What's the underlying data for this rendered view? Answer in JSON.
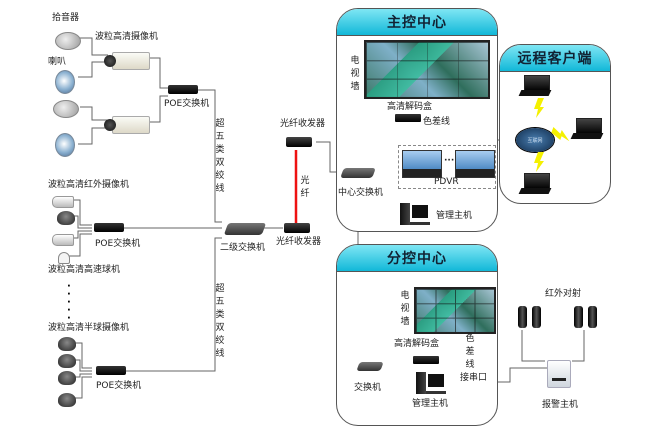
{
  "diagram": {
    "left_devices": {
      "mic_label": "拾音器",
      "hd_camera_label": "波粒高清摄像机",
      "speaker_label": "喇叭",
      "poe_switch_1_label": "POE交换机",
      "ir_camera_label": "波粒高清红外摄像机",
      "poe_switch_2_label": "POE交换机",
      "speed_dome_label": "波粒高清高速球机",
      "ellipsis": "⋮",
      "half_dome_label": "波粒高清半球摄像机",
      "poe_switch_3_label": "POE交换机"
    },
    "links": {
      "cat5e_upper": "超五类双绞线",
      "cat5e_lower": "超五类双绞线",
      "fiber": "光纤",
      "color_diff_main": "色差线",
      "color_diff_branch": "色差线",
      "serial_port": "接串口"
    },
    "middle": {
      "secondary_switch_label": "二级交换机",
      "fiber_transceiver_top_label": "光纤收发器",
      "fiber_transceiver_bottom_label": "光纤收发器"
    },
    "main_control": {
      "title": "主控中心",
      "tv_wall_label": "电视墙",
      "decoder_label": "高清解码盒",
      "pdvr_label": "PDVR",
      "pdvr_ellipsis": "······",
      "core_switch_label": "中心交换机",
      "admin_pc_label": "管理主机"
    },
    "remote_clients": {
      "title": "远程客户端",
      "cloud_label": "互联网"
    },
    "branch_control": {
      "title": "分控中心",
      "tv_wall_label": "电视墙",
      "decoder_label": "高清解码盒",
      "switch_label": "交换机",
      "admin_pc_label": "管理主机"
    },
    "alarm": {
      "ir_beam_label": "红外对射",
      "alarm_host_label": "报警主机"
    },
    "colors": {
      "fiber_line": "#ee1111",
      "color_diff_line": "#1a22dd",
      "wire": "#555555",
      "panel_header_top": "#7fe6f4",
      "panel_header_bottom": "#12b8d8"
    }
  }
}
